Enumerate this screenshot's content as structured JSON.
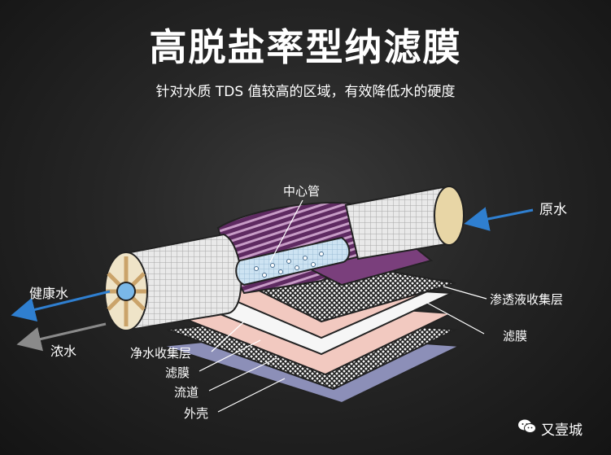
{
  "title": "高脱盐率型纳滤膜",
  "subtitle": "针对水质 TDS 值较高的区域，有效降低水的硬度",
  "labels": {
    "center_tube": "中心管",
    "raw_water": "原水",
    "healthy_water": "健康水",
    "concentrate": "浓水",
    "permeate_layer": "渗透液收集层",
    "membrane_right": "滤膜",
    "pure_water_layer": "净水收集层",
    "membrane_left": "滤膜",
    "channel": "流道",
    "shell": "外壳"
  },
  "watermark": {
    "text": "又壹城",
    "icon": "wechat-icon"
  },
  "colors": {
    "healthy_water_arrow": "#2f7fd0",
    "raw_water_arrow": "#2f7fd0",
    "concentrate_arrow": "#8a8a8a",
    "membrane_purple": "#6b2f6e",
    "membrane_pink": "#f2c9c0"
  }
}
